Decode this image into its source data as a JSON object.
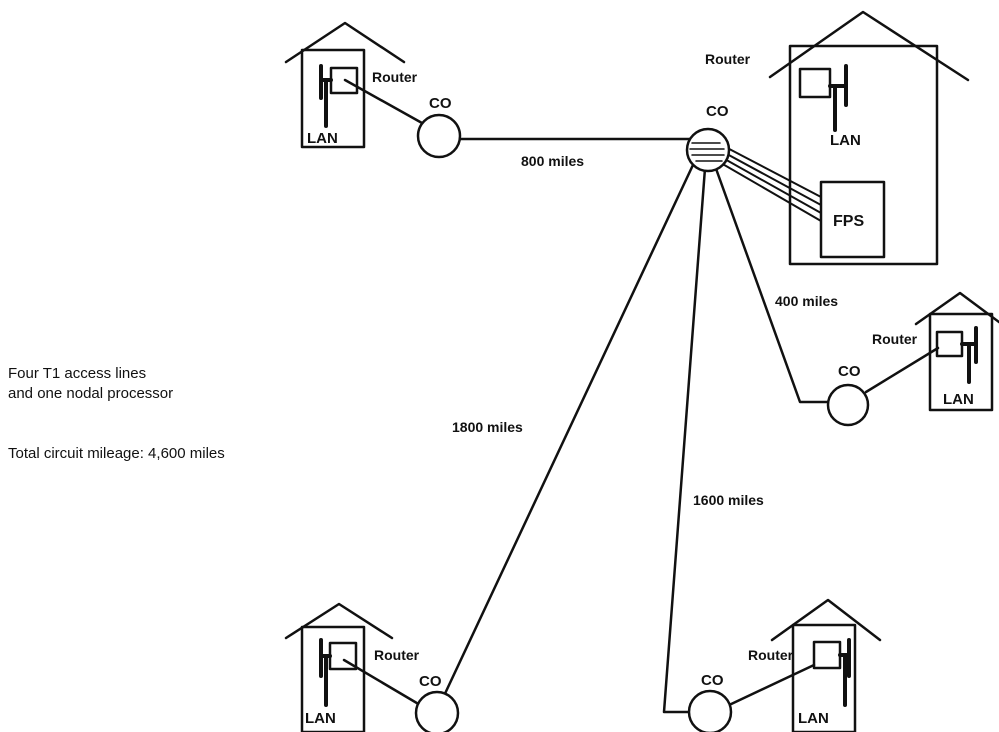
{
  "labels": {
    "router": "Router",
    "co": "CO",
    "lan": "LAN",
    "fps": "FPS"
  },
  "links": {
    "top_left": "800 miles",
    "right_mid": "400 miles",
    "bottom_left": "1800 miles",
    "bottom_right": "1600 miles"
  },
  "notes": {
    "line1": "Four T1 access lines",
    "line2": "and one nodal processor",
    "line3": "Total circuit mileage:  4,600 miles"
  }
}
